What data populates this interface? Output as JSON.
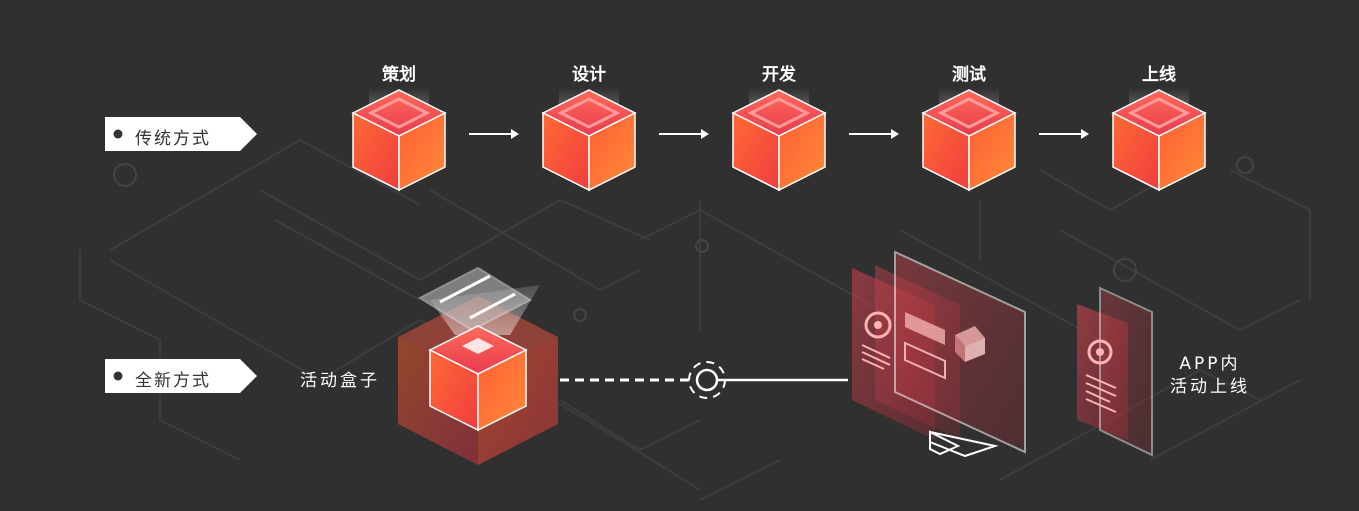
{
  "rows": {
    "traditional": {
      "label": "传统方式"
    },
    "new": {
      "label": "全新方式"
    }
  },
  "stages": [
    "策划",
    "设计",
    "开发",
    "测试",
    "上线"
  ],
  "box_label": "活动盒子",
  "app_label_line1": "APP内",
  "app_label_line2": "活动上线",
  "colors": {
    "background": "#303030",
    "cube_light": "#ff7b3a",
    "cube_dark": "#e8334d",
    "accent_red": "#c7414d",
    "line": "#ffffff"
  }
}
